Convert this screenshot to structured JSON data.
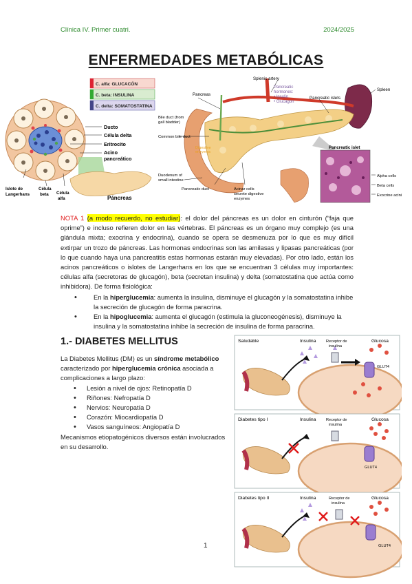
{
  "header": {
    "left": "Clínica IV. Primer cuatri.",
    "right": "2024/2025"
  },
  "title": "ENFERMEDADES METABÓLICAS",
  "fig1": {
    "legend": [
      "C. alfa: GLUCACÓN",
      "C. beta: INSULINA",
      "C. delta: SOMATOSTATINA"
    ],
    "labels": {
      "ducto": "Ducto",
      "celula_delta": "Célula delta",
      "eritrocito": "Eritrocito",
      "acino": "Acino",
      "acino2": "pancreático",
      "islote": "Islote de",
      "islote2": "Langerhans",
      "celula_beta": "Célula",
      "celula_beta2": "beta",
      "celula_alfa": "Célula",
      "celula_alfa2": "alfa",
      "pancreas": "Páncreas"
    }
  },
  "fig2": {
    "labels": {
      "splenic_artery": "Splenic artery",
      "pancreas": "Pancreas",
      "hormones1": "Pancreatic",
      "hormones2": "hormones:",
      "hormones3": "• Insulin",
      "hormones4": "• Glucagon",
      "islets": "Pancreatic islets",
      "spleen": "Spleen",
      "bile_duct1": "Bile duct (from",
      "bile_duct2": "gall bladder)",
      "common_bile": "Common bile duct",
      "digestive1": "Digestive",
      "digestive2": "enzymes",
      "duodenum1": "Duodenum of",
      "duodenum2": "small intestine",
      "panc_duct": "Pancreatic duct",
      "acinar1": "Acinar cells",
      "acinar2": "secrete digestive",
      "acinar3": "enzymes",
      "islet": "Pancreatic islet",
      "alpha": "Alpha cells",
      "beta": "Beta cells",
      "exocrine": "Exocrine acini"
    }
  },
  "note": {
    "label": "NOTA 1",
    "highlight": "(a modo recuerdo, no estudiar)",
    "body": ": el dolor del páncreas es un dolor en cinturón (“faja que oprime”) e incluso refieren dolor en las vértebras. El páncreas es un órgano muy complejo (es una glándula mixta; exocrina y endocrina), cuando se opera se desmenuza por lo que es muy difícil extirpar un trozo de páncreas. Las hormonas endocrinas son las amilasas y lipasas pancreáticas (por lo que cuando haya una pancreatitis estas hormonas estarán muy elevadas). Por otro lado, están los acinos pancreáticos o islotes de Langerhans en los que se encuentran 3 células muy importantes: células alfa (secretoras de glucagón), beta (secretan insulina) y delta (somatostatina que actúa como inhibidora). De forma fisiológica:",
    "bullets": [
      {
        "pre": "En la ",
        "bold": "hiperglucemia",
        "post": ": aumenta la insulina, disminuye el glucagón y la somatostatina inhibe la secreción de glucagón de forma paracrina."
      },
      {
        "pre": "En la ",
        "bold": "hipoglucemia",
        "post": ": aumenta el glucagón (estimula la gluconeogénesis), disminuye la insulina y la somatostatina inhibe la secreción de insulina de forma paracrina."
      }
    ]
  },
  "section": {
    "heading": "1.- DIABETES MELLITUS",
    "p1a": "La Diabetes Mellitus (DM) es un ",
    "p1b": "síndrome metabólico",
    "p1c": " caracterizado por ",
    "p1d": "hiperglucemia crónica",
    "p1e": " asociada a complicaciones a largo plazo:",
    "items": [
      "Lesión a nivel de ojos: Retinopatía D",
      "Riñones: Nefropatía D",
      "Nervios: Neuropatía D",
      "Corazón: Miocardiopatía D",
      "Vasos sanguíneos: Angiopatía D"
    ],
    "p2": "Mecanismos etiopatogénicos diversos están involucrados en su desarrollo."
  },
  "fig3": {
    "panels": [
      {
        "title": "Saludable",
        "insulina": "Insulina",
        "receptor1": "Receptor de",
        "receptor2": "insulina",
        "glucosa": "Glucosa",
        "glut": "GLUT4"
      },
      {
        "title": "Diabetes tipo I",
        "insulina": "Insulina",
        "receptor1": "Receptor de",
        "receptor2": "insulina",
        "glucosa": "Glucosa",
        "glut": "GLUT4"
      },
      {
        "title": "Diabetes tipo II",
        "insulina": "Insulina",
        "receptor1": "Receptor de",
        "receptor2": "insulina",
        "glucosa": "Glucosa",
        "glut": "GLUT4"
      }
    ]
  },
  "page_number": "1",
  "colors": {
    "header_green": "#2e8b2e",
    "note_red": "#e01b1b",
    "highlight": "#ffff00"
  }
}
